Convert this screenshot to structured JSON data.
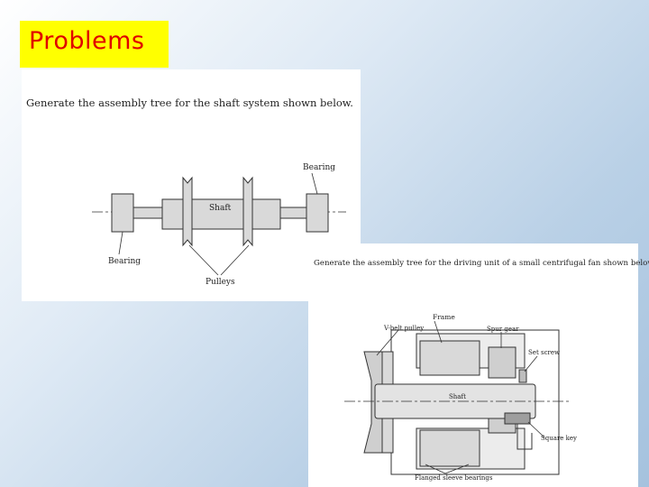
{
  "slide": {
    "title": "Problems"
  },
  "problem1": {
    "caption": "Generate the assembly tree for the shaft system shown below.",
    "labels": {
      "bearing_top": "Bearing",
      "shaft": "Shaft",
      "bearing_bottom": "Bearing",
      "pulleys": "Pulleys"
    }
  },
  "problem2": {
    "caption": "Generate the assembly tree for the driving unit of a small centrifugal fan shown below.",
    "labels": {
      "frame": "Frame",
      "vbelt_pulley": "V-belt pulley",
      "spur_gear": "Spur gear",
      "set_screw": "Set screw",
      "shaft": "Shaft",
      "square_key": "Square key",
      "flanged_sleeve_bearings": "Flanged sleeve bearings"
    }
  },
  "colors": {
    "title_bg": "#ffff00",
    "title_text": "#e00000",
    "part_fill": "#d9d9d9",
    "stroke": "#333333"
  }
}
